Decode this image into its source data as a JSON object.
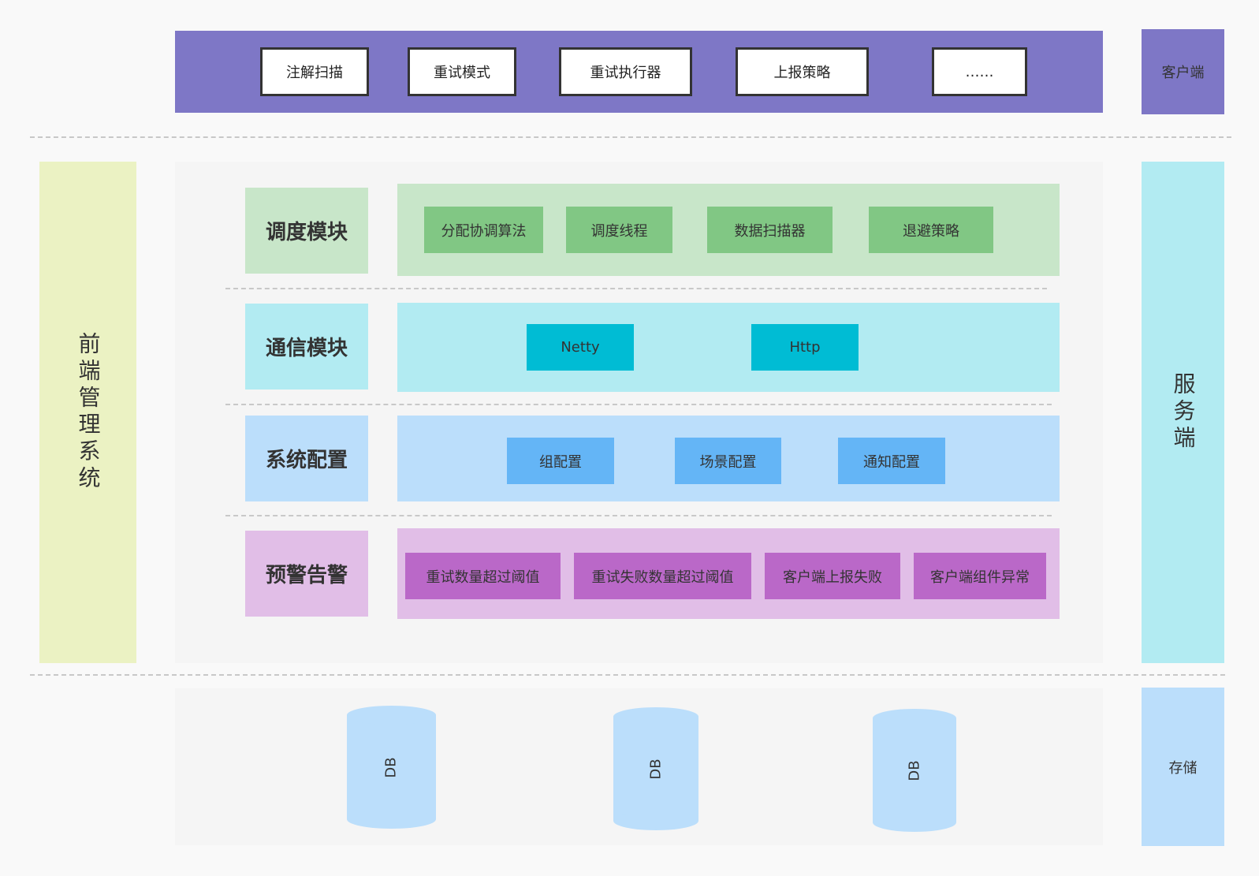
{
  "client": {
    "side_label": "客户端",
    "items": [
      "注解扫描",
      "重试模式",
      "重试执行器",
      "上报策略",
      "……"
    ]
  },
  "frontend": {
    "label": "前端管理系统"
  },
  "server": {
    "side_label": "服务端",
    "modules": [
      {
        "label": "调度模块",
        "items": [
          "分配协调算法",
          "调度线程",
          "数据扫描器",
          "退避策略"
        ]
      },
      {
        "label": "通信模块",
        "items": [
          "Netty",
          "Http"
        ]
      },
      {
        "label": "系统配置",
        "items": [
          "组配置",
          "场景配置",
          "通知配置"
        ]
      },
      {
        "label": "预警告警",
        "items": [
          "重试数量超过阈值",
          "重试失败数量超过阈值",
          "客户端上报失败",
          "客户端组件异常"
        ]
      }
    ]
  },
  "storage": {
    "side_label": "存储",
    "dbs": [
      "DB",
      "DB",
      "DB"
    ]
  },
  "colors": {
    "client": "#7e77c6",
    "frontend": "#ebf2c3",
    "server_side": "#b2ebf2",
    "storage_side": "#bbdefb",
    "schedule_item": "#81c784",
    "comm_item": "#00bcd4",
    "config_item": "#64b5f6",
    "alert_item": "#ba68c8"
  }
}
